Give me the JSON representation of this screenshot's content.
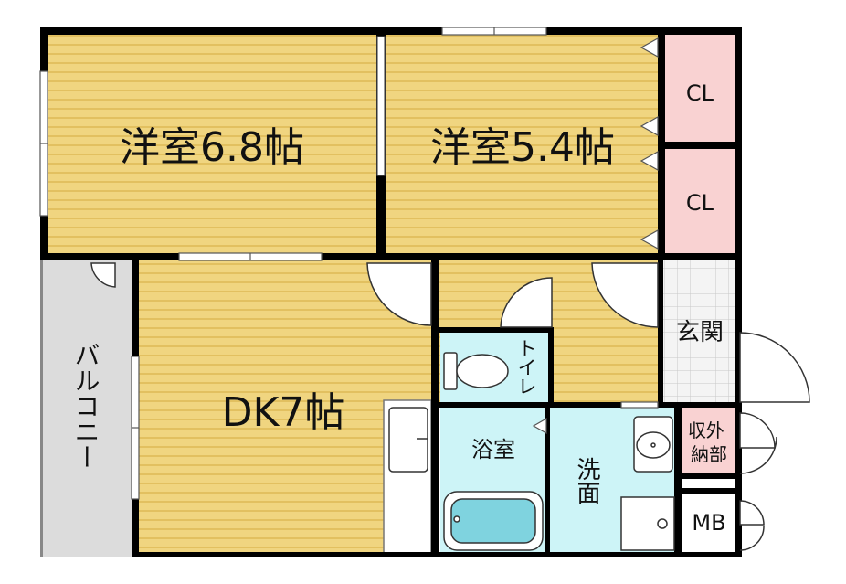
{
  "rooms": {
    "western1": "洋室6.8帖",
    "western2": "洋室5.4帖",
    "dk": "DK7帖",
    "closet1": "CL",
    "closet2": "CL",
    "entrance": "玄関",
    "toilet": "トイレ",
    "bath": "浴室",
    "washroom": "洗面",
    "outdoor_storage": "収外\n納部",
    "meter_box": "MB",
    "balcony": "バルコニー"
  },
  "colors": {
    "floor_wood": "#f0d580",
    "floor_stripe": "#e2c060",
    "closet": "#f9d2d2",
    "wet_area": "#cdf4f7",
    "balcony": "#dcdcdc",
    "entrance_tile": "#eeeeee",
    "wall": "#000000"
  }
}
